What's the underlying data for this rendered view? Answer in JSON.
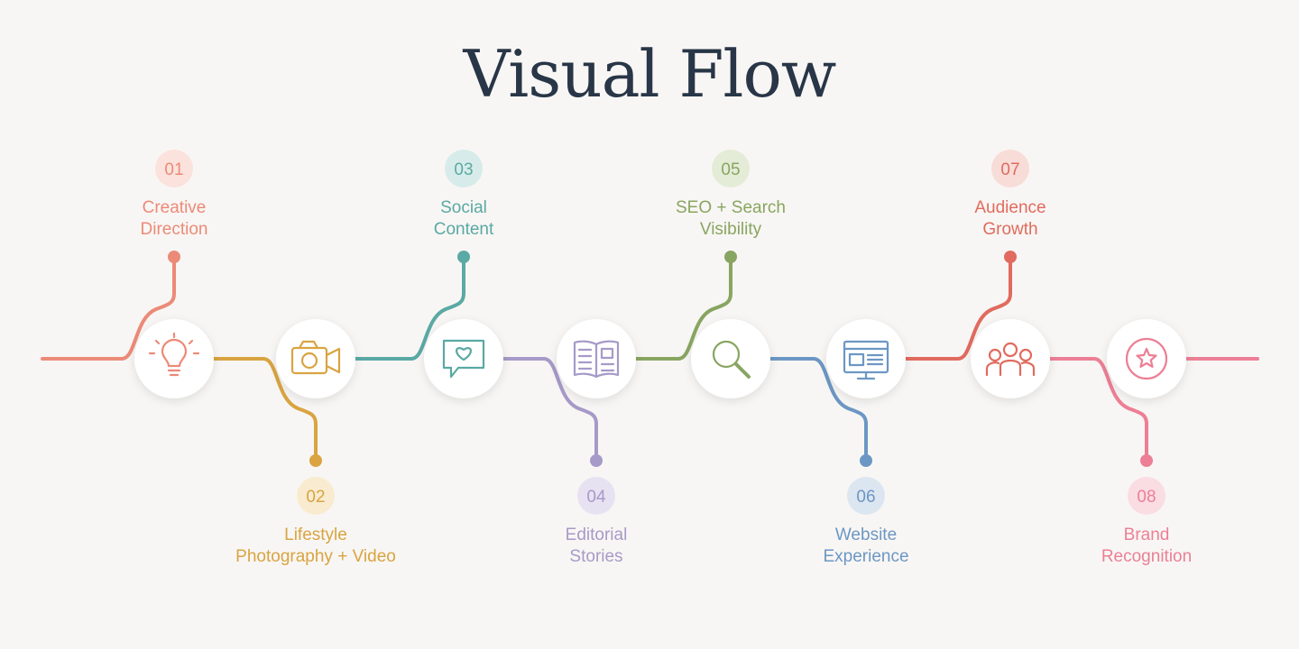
{
  "title": "Visual Flow",
  "steps": [
    {
      "number": "01",
      "label_lines": [
        "Creative",
        "Direction"
      ],
      "icon": "lightbulb-icon",
      "color": "#ec8a78",
      "tint": "#fbe2dc"
    },
    {
      "number": "02",
      "label_lines": [
        "Lifestyle",
        "Photography + Video"
      ],
      "icon": "camera-icon",
      "color": "#d9a441",
      "tint": "#f8ebd0"
    },
    {
      "number": "03",
      "label_lines": [
        "Social",
        "Content"
      ],
      "icon": "chat-heart-icon",
      "color": "#5aa9a4",
      "tint": "#d7ecea"
    },
    {
      "number": "04",
      "label_lines": [
        "Editorial",
        "Stories"
      ],
      "icon": "book-icon",
      "color": "#a69ac9",
      "tint": "#e7e2f2"
    },
    {
      "number": "05",
      "label_lines": [
        "SEO + Search",
        "Visibility"
      ],
      "icon": "search-icon",
      "color": "#88a561",
      "tint": "#e4ecd7"
    },
    {
      "number": "06",
      "label_lines": [
        "Website",
        "Experience"
      ],
      "icon": "monitor-icon",
      "color": "#6c97c4",
      "tint": "#dbe6f1"
    },
    {
      "number": "07",
      "label_lines": [
        "Audience",
        "Growth"
      ],
      "icon": "people-icon",
      "color": "#e06b5e",
      "tint": "#f8dcd8"
    },
    {
      "number": "08",
      "label_lines": [
        "Brand",
        "Recognition"
      ],
      "icon": "star-icon",
      "color": "#ec7f95",
      "tint": "#fadde3"
    }
  ]
}
